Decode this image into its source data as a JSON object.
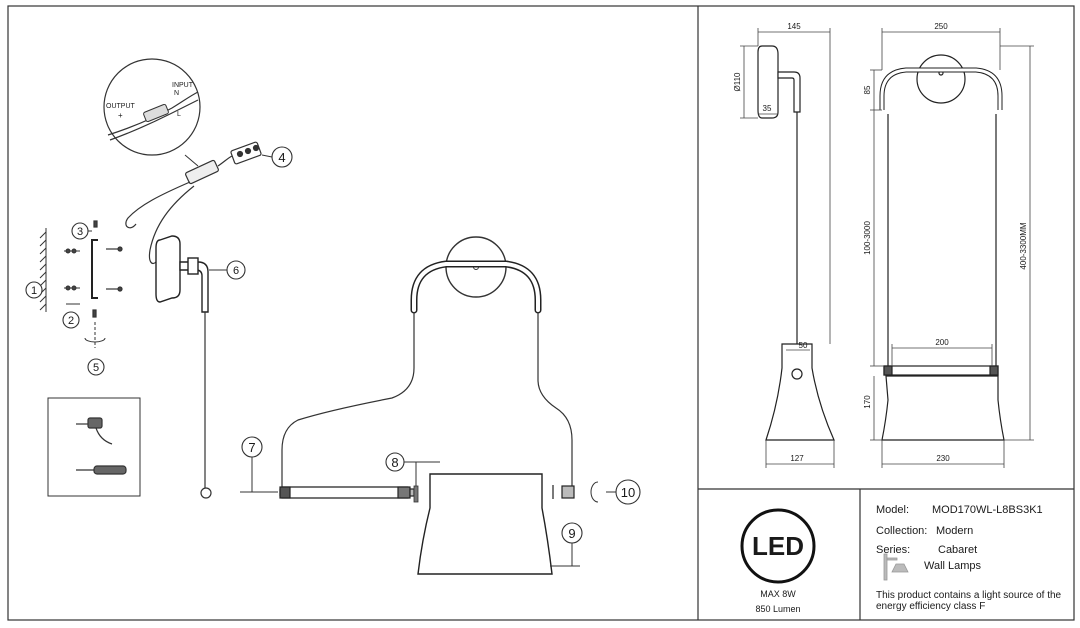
{
  "callouts": [
    "1",
    "2",
    "3",
    "4",
    "5",
    "6",
    "7",
    "8",
    "9",
    "10"
  ],
  "wiring": {
    "output": "OUTPUT",
    "output_sign": "+",
    "input": "INPUT",
    "n": "N",
    "l": "L"
  },
  "dimensions": {
    "side": {
      "d110": "Ø110",
      "w145": "145",
      "w35": "35",
      "w50": "50",
      "w127": "127"
    },
    "front": {
      "w250": "250",
      "h85": "85",
      "h100_3000": "100-3000",
      "h400_3300": "400-3300MM",
      "w200": "200",
      "h170": "170",
      "w230": "230"
    }
  },
  "badge": {
    "logo": "LED",
    "power": "MAX 8W",
    "lumen": "850 Lumen"
  },
  "specs": {
    "model_label": "Model:",
    "model_value": "MOD170WL-L8BS3K1",
    "collection_label": "Collection:",
    "collection_value": "Modern",
    "series_label": "Series:",
    "series_value": "Cabaret",
    "type_value": "Wall Lamps",
    "energy_note": "This product contains a light source of the energy efficiency class F"
  }
}
